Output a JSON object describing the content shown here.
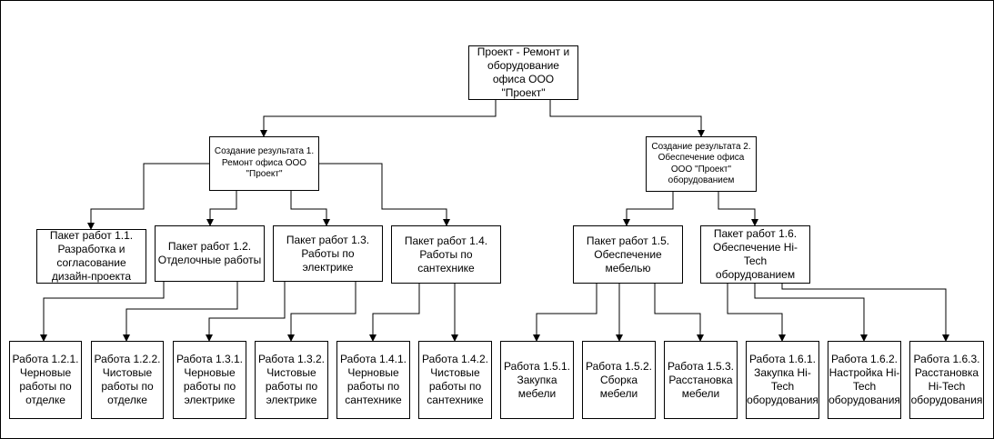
{
  "root": "Проект - Ремонт и\nоборудование\nофиса ООО\n\"Проект\"",
  "results": [
    "Создание результата 1.\nРемонт офиса ООО\n\"Проект\"",
    "Создание результата 2.\nОбеспечение офиса\nООО \"Проект\"\nоборудованием"
  ],
  "packages": [
    "Пакет работ 1.1.\nРазработка и\nсогласование\nдизайн-проекта",
    "Пакет работ 1.2.\nОтделочные работы",
    "Пакет работ 1.3.\nРаботы по электрике",
    "Пакет работ 1.4.\nРаботы по\nсантехнике",
    "Пакет работ 1.5.\nОбеспечение\nмебелью",
    "Пакет работ 1.6.\nОбеспечение Hi-\nTech оборудованием"
  ],
  "works": [
    "Работа 1.2.1.\nЧерновые\nработы по\nотделке",
    "Работа 1.2.2.\nЧистовые\nработы по\nотделке",
    "Работа 1.3.1.\nЧерновые\nработы по\nэлектрике",
    "Работа 1.3.2.\nЧистовые\nработы по\nэлектрике",
    "Работа 1.4.1.\nЧерновые\nработы по\nсантехнике",
    "Работа 1.4.2.\nЧистовые\nработы по\nсантехнике",
    "Работа 1.5.1.\nЗакупка\nмебели",
    "Работа 1.5.2.\nСборка\nмебели",
    "Работа 1.5.3.\nРасстановка\nмебели",
    "Работа 1.6.1.\nЗакупка Hi-\nTech\nоборудования",
    "Работа 1.6.2.\nНастройка Hi-\nTech\nоборудования",
    "Работа 1.6.3.\nРасстановка\nHi-Tech\nоборудования"
  ]
}
